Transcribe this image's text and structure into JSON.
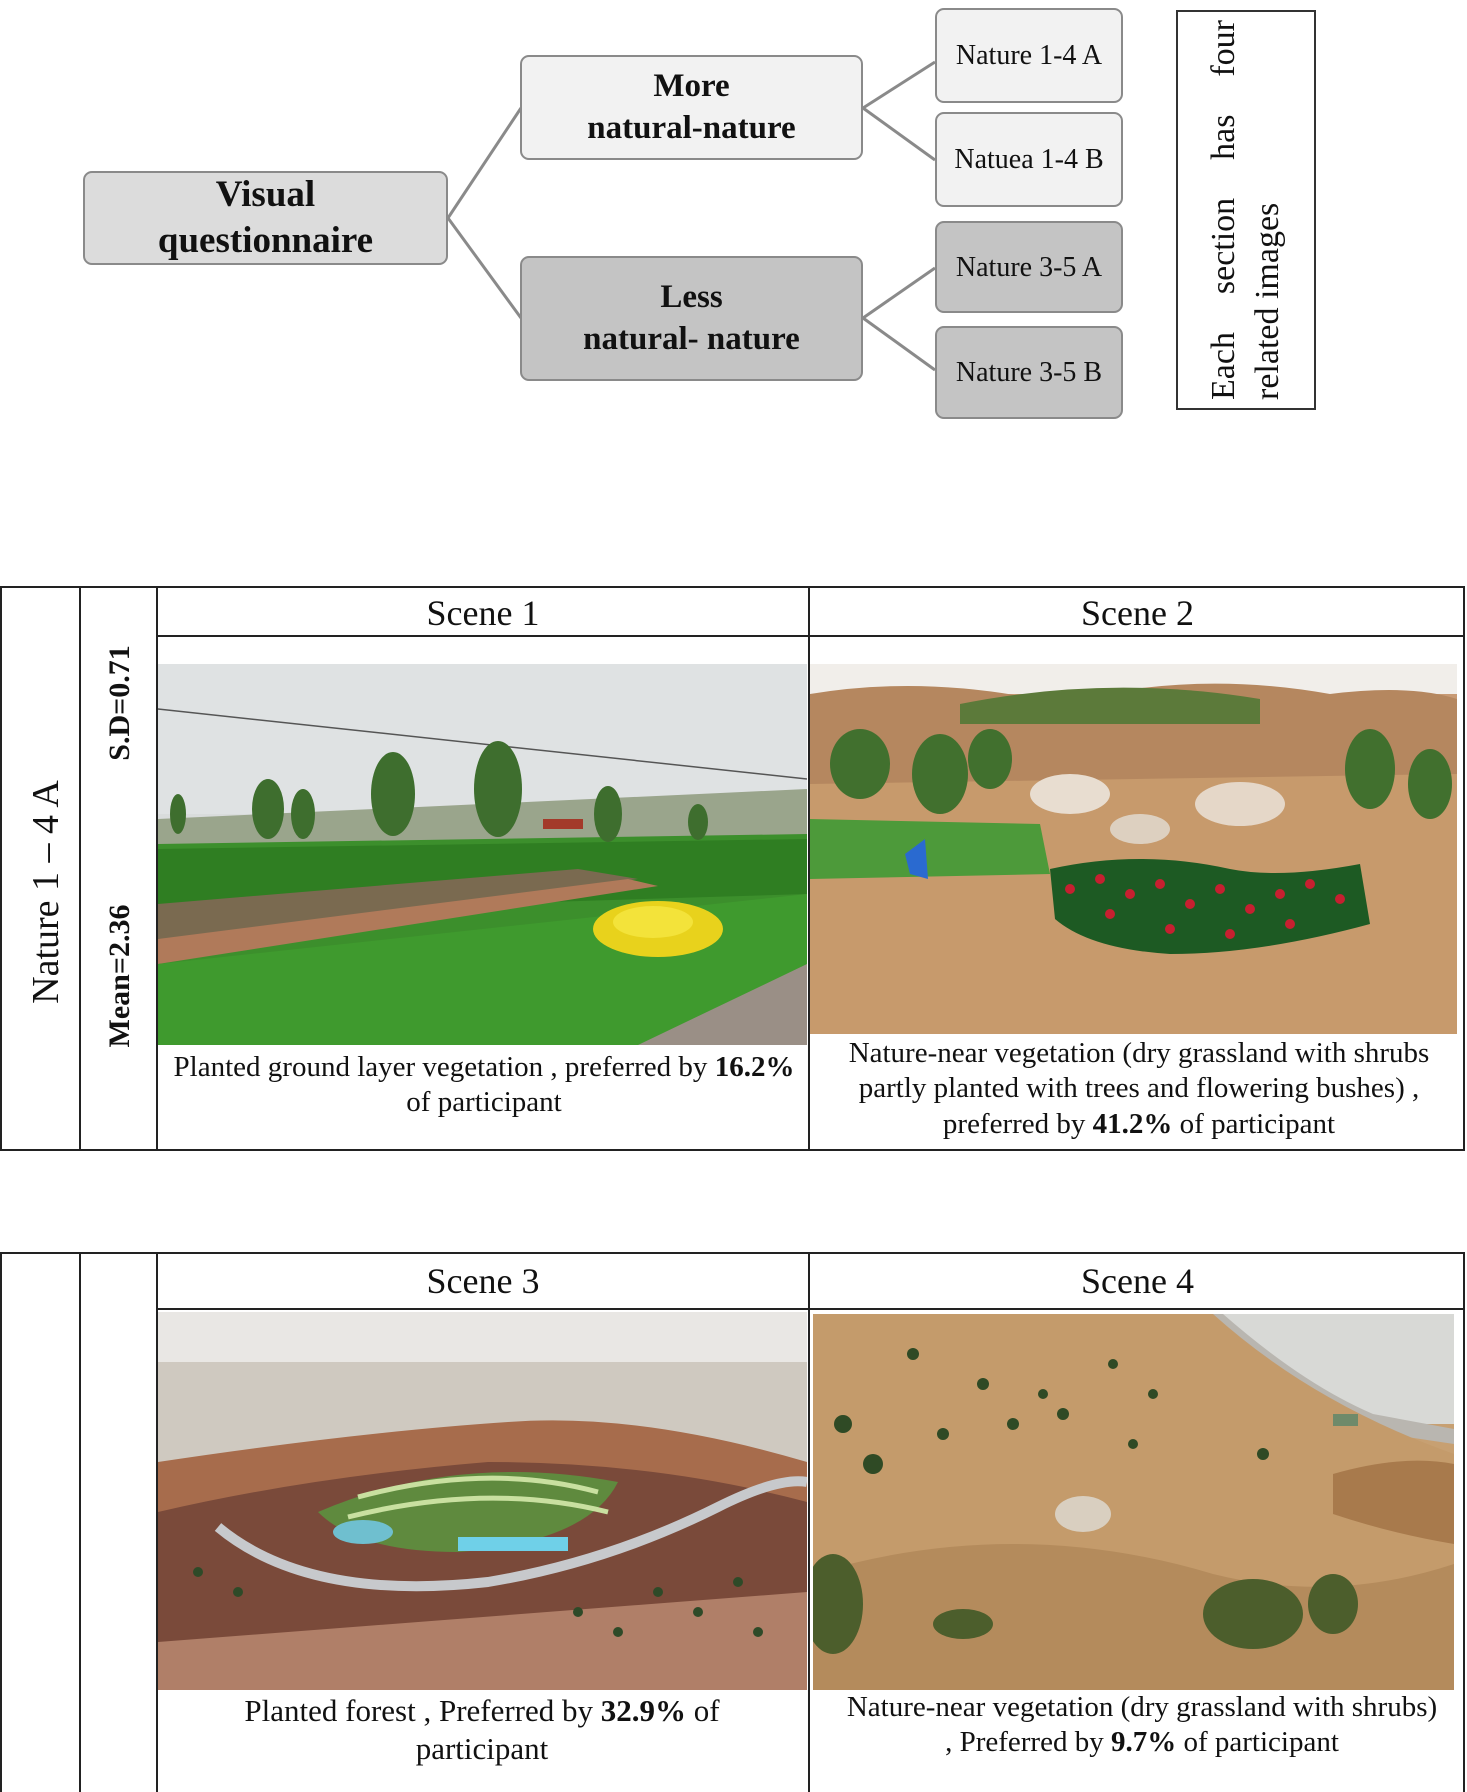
{
  "tree": {
    "root": {
      "line1": "Visual",
      "line2": "questionnaire"
    },
    "more": {
      "line1": "More",
      "line2": "natural-nature"
    },
    "less": {
      "line1": "Less",
      "line2": "natural- nature"
    },
    "leaves": [
      "Nature 1-4 A",
      "Natuea 1-4 B",
      "Nature 3-5 A",
      "Nature 3-5 B"
    ],
    "note": "Each section has four related images"
  },
  "table1": {
    "row_label": "Nature 1 – 4 A",
    "mean": "Mean=2.36",
    "sd": "S.D=0.71",
    "scenes": [
      {
        "header": "Scene 1",
        "caption_pre": "Planted ground layer vegetation ,  preferred by ",
        "pct": "16.2%",
        "caption_post": " of participant",
        "photo": "park-lawn-flowers"
      },
      {
        "header": "Scene 2",
        "caption_pre": "Nature-near vegetation (dry grassland with shrubs partly planted with trees and flowering bushes) ,  preferred  by ",
        "pct": "41.2%",
        "caption_post": " of participant",
        "photo": "hillside-flowering-bushes"
      }
    ]
  },
  "table2": {
    "scenes": [
      {
        "header": "Scene 3",
        "caption_pre": "Planted forest , Preferred by ",
        "pct": "32.9%",
        "caption_post": " of participant",
        "photo": "terraced-planted-forest"
      },
      {
        "header": "Scene 4",
        "caption_pre": "Nature-near vegetation (dry grassland with shrubs) , Preferred by ",
        "pct": "9.7%",
        "caption_post": " of participant",
        "photo": "dry-grassland-slope"
      }
    ]
  },
  "colors": {
    "box_light": "#f2f2f2",
    "box_mid": "#dcdcdc",
    "box_dark": "#c4c4c4",
    "border": "#8a8a8a"
  }
}
